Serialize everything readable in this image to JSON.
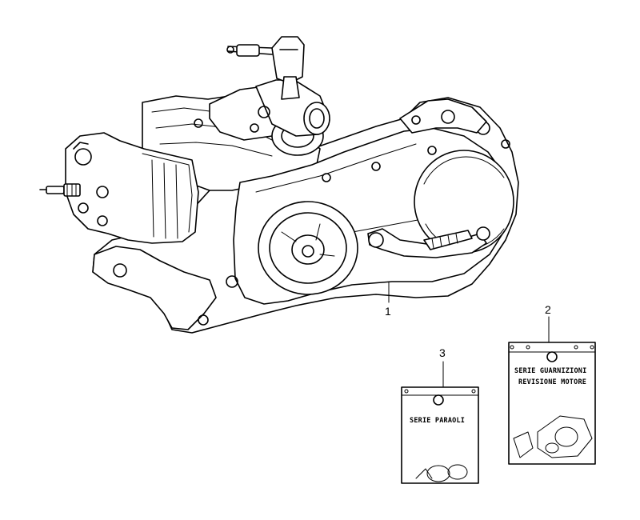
{
  "diagram": {
    "callouts": [
      {
        "id": "1",
        "label": "1"
      },
      {
        "id": "2",
        "label": "2"
      },
      {
        "id": "3",
        "label": "3"
      }
    ],
    "gasket_kit_bag": {
      "line1": "SERIE GUARNIZIONI",
      "line2": "REVISIONE MOTORE"
    },
    "seal_kit_bag": {
      "line1": "SERIE PARAOLI"
    }
  }
}
